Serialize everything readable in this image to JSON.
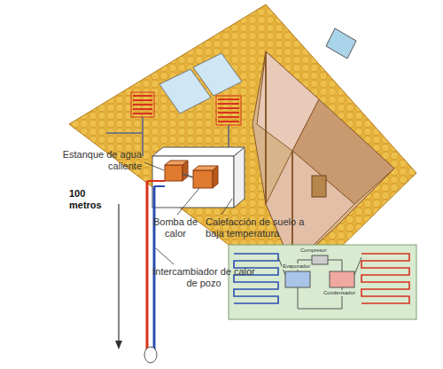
{
  "diagram": {
    "labels": [
      "Estanque de agua caliente",
      "100 metros",
      "Bomba de calor",
      "Calefacción de suelo a baja temperatura",
      "Intercambiador de calor de pozo",
      "Compresor",
      "Evaporador",
      "Condensador"
    ]
  }
}
